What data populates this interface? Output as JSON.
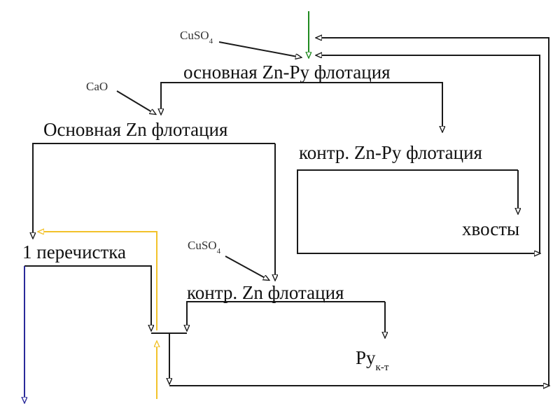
{
  "colors": {
    "line": "#1a1a1a",
    "feed_green": "#1f8a1f",
    "recycle_yellow": "#f2c22a",
    "concentrate_blue": "#2a2a9a"
  },
  "nodes": {
    "main_zn_py": "основная Zn-Py флотация",
    "main_zn": "Основная Zn флотация",
    "scav_zn_py": "контр. Zn-Py флотация",
    "tails": "хвосты",
    "cleaner_1": "1 перечистка",
    "scav_zn": "контр. Zn флотация",
    "py_conc_main": "Py",
    "py_conc_sub": "к-т"
  },
  "reagents": {
    "cuso4_top_main": "CuSO",
    "cuso4_top_sub": "4",
    "cao": "CaO",
    "cuso4_mid_main": "CuSO",
    "cuso4_mid_sub": "4"
  }
}
